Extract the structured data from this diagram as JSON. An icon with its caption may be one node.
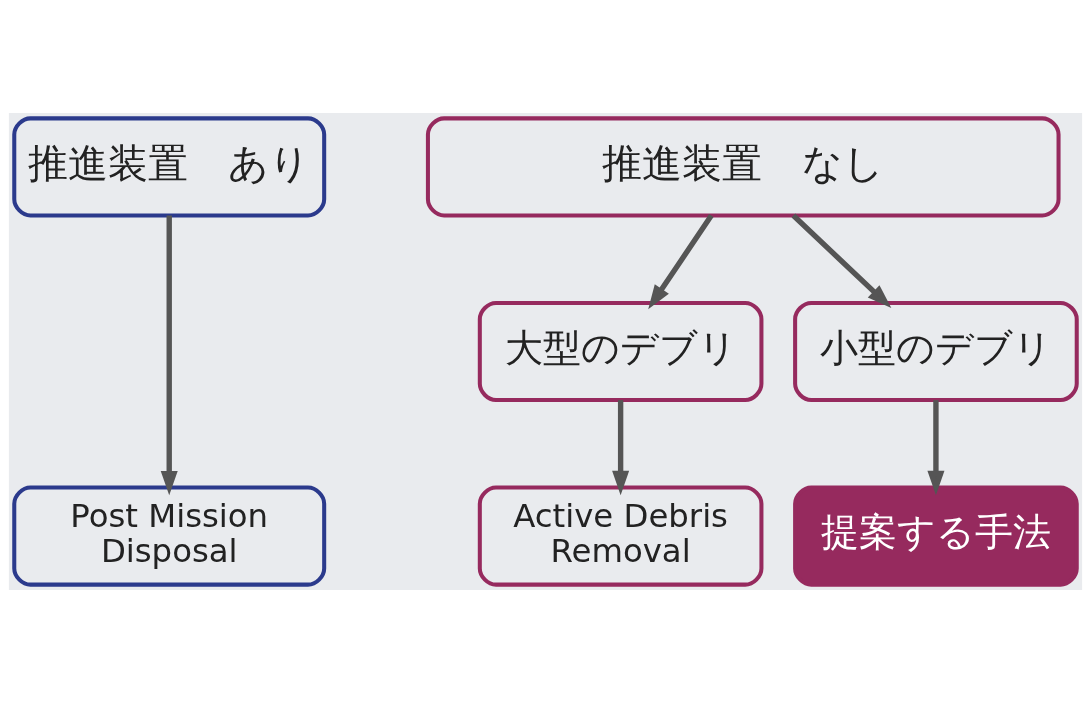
{
  "diagram": {
    "nodes": [
      {
        "text": [
          "推進装置　あり"
        ]
      },
      {
        "text": [
          "推進装置　なし"
        ]
      },
      {
        "text": [
          "大型のデブリ"
        ]
      },
      {
        "text": [
          "小型のデブリ"
        ]
      },
      {
        "text": [
          "Post Mission Disposal"
        ]
      },
      {
        "text": [
          "Active Debris Removal"
        ]
      },
      {
        "text": [
          "提案する手法"
        ]
      }
    ],
    "edges": [
      {
        "from": 0,
        "to": 4,
        "arrow": "to"
      },
      {
        "from": 1,
        "to": 2,
        "arrow": "to"
      },
      {
        "from": 1,
        "to": 3,
        "arrow": "to"
      },
      {
        "from": 2,
        "to": 5,
        "arrow": "to"
      },
      {
        "from": 3,
        "to": 6,
        "arrow": "to"
      }
    ]
  }
}
